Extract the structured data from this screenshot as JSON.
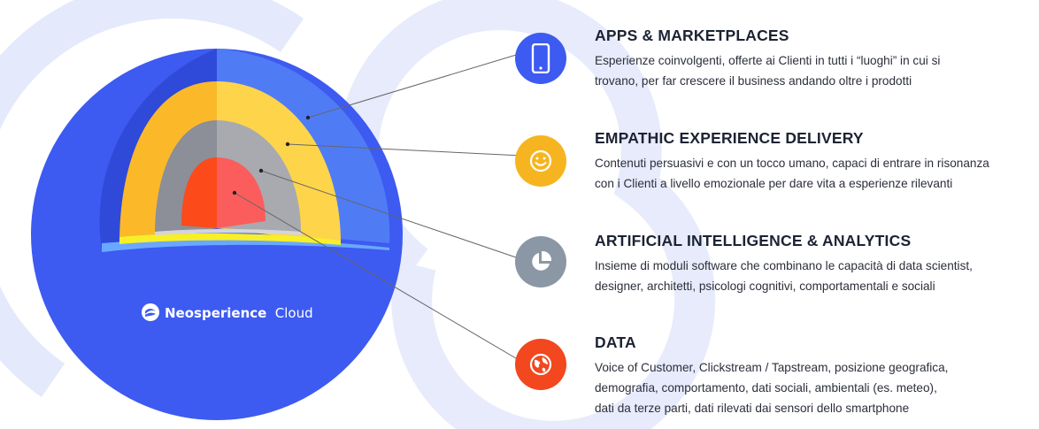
{
  "brand": {
    "name_strong": "Neosperience",
    "name_light": "Cloud"
  },
  "layers": [
    {
      "title": "APPS & MARKETPLACES",
      "lines": [
        "Esperienze coinvolgenti, offerte ai Clienti in tutti i “luoghi” in cui si",
        "trovano, per far crescere il business andando oltre i prodotti"
      ],
      "icon": "smartphone-icon",
      "color": "#3d5af1"
    },
    {
      "title": "EMPATHIC EXPERIENCE DELIVERY",
      "lines": [
        "Contenuti persuasivi e con un tocco umano, capaci di entrare in risonanza",
        "con i Clienti a livello emozionale per dare vita a esperienze rilevanti"
      ],
      "icon": "smiley-icon",
      "color": "#f6b520"
    },
    {
      "title": "ARTIFICIAL INTELLIGENCE & ANALYTICS",
      "lines": [
        "Insieme di moduli software che combinano le capacità di data scientist,",
        "designer, architetti, psicologi cognitivi, comportamentali e sociali"
      ],
      "icon": "pie-chart-icon",
      "color": "#8b97a5"
    },
    {
      "title": "DATA",
      "lines": [
        "Voice of Customer, Clickstream / Tapstream, posizione geografica,",
        "demografia, comportamento, dati sociali, ambientali (es. meteo),",
        "dati da terze parti, dati rilevati dai sensori dello smartphone"
      ],
      "icon": "globe-icon",
      "color": "#f2471f"
    }
  ],
  "colors": {
    "sphere_blue": "#3d5af1",
    "sphere_blue_dark": "#2f49d9",
    "crust_light": "#4f7cf5",
    "mantle_yellow": "#fed54a",
    "mantle_orange": "#fbb92a",
    "gray_layer": "#a9aab0",
    "gray_dark": "#8c8e98",
    "core_red": "#fb5d5d",
    "core_orange": "#fc4a1a",
    "background_logo": "#e4e9fb"
  }
}
